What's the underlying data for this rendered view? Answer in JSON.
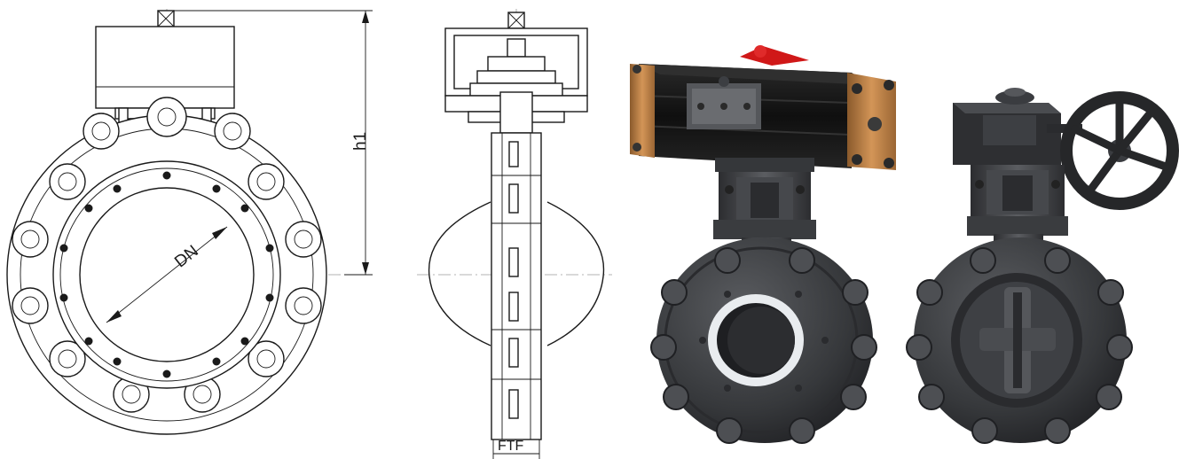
{
  "labels": {
    "diameter": "DN",
    "height": "h1",
    "face_to_face": "FTF"
  },
  "colors": {
    "line": "#1a1a1a",
    "body_dark": "#3a3b3e",
    "actuator_black": "#141414",
    "endcap_bronze": "#c9884a",
    "handle_red": "#d01818",
    "seat_ring": "#e9ecef"
  },
  "views": [
    {
      "name": "front-view-drawing"
    },
    {
      "name": "side-view-drawing"
    },
    {
      "name": "pneumatic-actuator-valve-render"
    },
    {
      "name": "gearbox-handwheel-valve-render"
    }
  ]
}
